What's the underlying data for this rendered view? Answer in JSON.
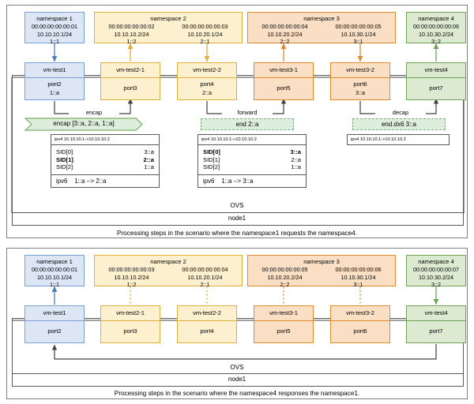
{
  "top_panel": {
    "namespaces": [
      {
        "title": "namespace 1",
        "color": "blue",
        "cols": [
          {
            "mac": "00:00:00:00:00:01",
            "ip": "10.10.10.1/24",
            "sid": "1::1"
          }
        ]
      },
      {
        "title": "namespace 2",
        "color": "yellow",
        "cols": [
          {
            "mac": "00:00:00:00:00:02",
            "ip": "10.10.10.2/24",
            "sid": "1::2"
          },
          {
            "mac": "00:00:00:00:00:03",
            "ip": "10.10.20.1/24",
            "sid": "2::1"
          }
        ]
      },
      {
        "title": "namespace 3",
        "color": "orange",
        "cols": [
          {
            "mac": "00:00:00:00:00:04",
            "ip": "10.10.20.2/24",
            "sid": "2::2"
          },
          {
            "mac": "00:00:00:00:00:05",
            "ip": "10.10.30.1/24",
            "sid": "3::1"
          }
        ]
      },
      {
        "title": "namespace 4",
        "color": "green",
        "cols": [
          {
            "mac": "00:00:00:00:00:06",
            "ip": "10.10.30.2/24",
            "sid": "3::2"
          }
        ]
      }
    ],
    "vms": [
      {
        "name": "vm-test1",
        "port": "port2",
        "sub": "1::a",
        "color": "blue"
      },
      {
        "name": "vm-test2-1",
        "port": "port3",
        "sub": "",
        "color": "yellow"
      },
      {
        "name": "vm-test2-2",
        "port": "port4",
        "sub": "2::a",
        "color": "yellow"
      },
      {
        "name": "vm-test3-1",
        "port": "port5",
        "sub": "",
        "color": "orange"
      },
      {
        "name": "vm-test3-2",
        "port": "port6",
        "sub": "3::a",
        "color": "orange"
      },
      {
        "name": "vm-test4",
        "port": "port7",
        "sub": "",
        "color": "green"
      }
    ],
    "actions": [
      {
        "label": "encap"
      },
      {
        "label": "forward"
      },
      {
        "label": "decap"
      }
    ],
    "chips": [
      {
        "text": "encap [3::a, 2::a, 1::a]",
        "style": "flag"
      },
      {
        "text": "end    2::a",
        "style": "dashed"
      },
      {
        "text": "end.dx6    3::a",
        "style": "dashed"
      }
    ],
    "packets": [
      {
        "ipv4": "ipv4 10.10.10.1->10.10.10.2",
        "sids": [
          {
            "k": "SID[0]",
            "v": "3::a",
            "bold": false
          },
          {
            "k": "SID[1]",
            "v": "2::a",
            "bold": true
          },
          {
            "k": "SID[2]",
            "v": "1::a",
            "bold": false
          }
        ],
        "ipv6_key": "ipv6",
        "ipv6_val": "1::a --> 2::a"
      },
      {
        "ipv4": "ipv4 10.10.10.1->10.10.10.2",
        "sids": [
          {
            "k": "SID[0]",
            "v": "3::a",
            "bold": true
          },
          {
            "k": "SID[1]",
            "v": "2::a",
            "bold": false
          },
          {
            "k": "SID[2]",
            "v": "1::a",
            "bold": false
          }
        ],
        "ipv6_key": "ipv6",
        "ipv6_val": "1::a --> 3::a"
      },
      {
        "ipv4": "ipv4 10.10.10.1->10.10.10.2",
        "sids": [],
        "ipv6_key": "",
        "ipv6_val": ""
      }
    ],
    "ovs_label": "OVS",
    "node_label": "node1",
    "caption": "Processing steps in the scenario where the namespace1 requests the namespace4."
  },
  "bottom_panel": {
    "namespaces": [
      {
        "title": "namespace 1",
        "color": "blue",
        "cols": [
          {
            "mac": "00:00:00:00:00:01",
            "ip": "10.10.10.1/24",
            "sid": "1::1"
          }
        ]
      },
      {
        "title": "namespace 2",
        "color": "yellow",
        "cols": [
          {
            "mac": "00:00:00:00:00:03",
            "ip": "10.10.10.2/24",
            "sid": "1::2"
          },
          {
            "mac": "00:00:00:00:00:04",
            "ip": "10.10.20.1/24",
            "sid": "2::1"
          }
        ]
      },
      {
        "title": "namespace 3",
        "color": "orange",
        "cols": [
          {
            "mac": "00:00:00:00:00:05",
            "ip": "10.10.20.2/24",
            "sid": "2::2"
          },
          {
            "mac": "00:00:00:00:00:06",
            "ip": "10.10.30.1/24",
            "sid": "3::1"
          }
        ]
      },
      {
        "title": "namespace 4",
        "color": "green",
        "cols": [
          {
            "mac": "00:00:00:00:00:07",
            "ip": "10.10.30.2/24",
            "sid": "3::2"
          }
        ]
      }
    ],
    "vms": [
      {
        "name": "vm-test1",
        "port": "port2",
        "sub": "",
        "color": "blue"
      },
      {
        "name": "vm-test2-1",
        "port": "port3",
        "sub": "",
        "color": "yellow"
      },
      {
        "name": "vm-test2-2",
        "port": "port4",
        "sub": "",
        "color": "yellow"
      },
      {
        "name": "vm-test3-1",
        "port": "port5",
        "sub": "",
        "color": "orange"
      },
      {
        "name": "vm-test3-2",
        "port": "port6",
        "sub": "",
        "color": "orange"
      },
      {
        "name": "vm-test4",
        "port": "port7",
        "sub": "",
        "color": "green"
      }
    ],
    "ovs_label": "OVS",
    "node_label": "node1",
    "caption": "Processing steps in the scenario where the namespace4 responses the namespace1."
  }
}
